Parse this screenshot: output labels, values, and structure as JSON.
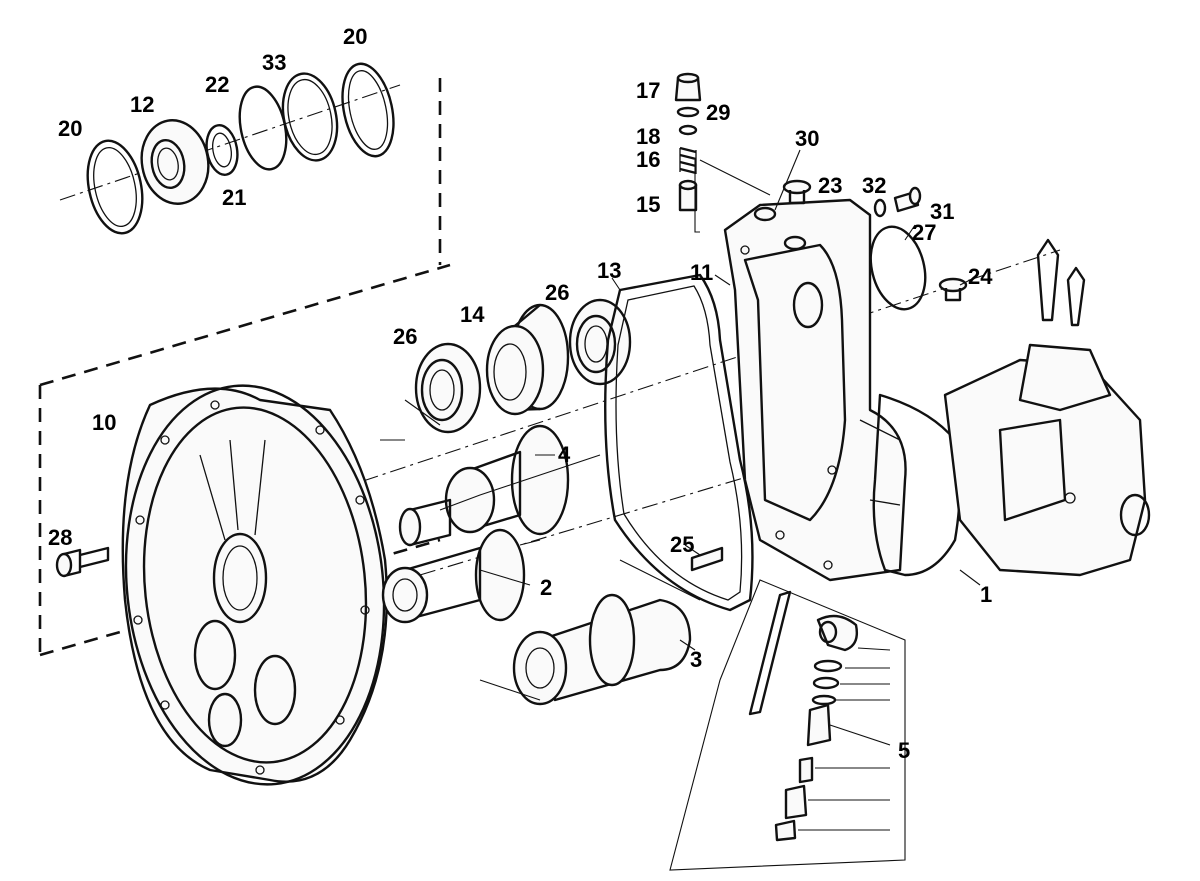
{
  "labels": {
    "l1": "1",
    "l2": "2",
    "l3": "3",
    "l4": "4",
    "l5": "5",
    "l10": "10",
    "l11": "11",
    "l12": "12",
    "l13": "13",
    "l14": "14",
    "l15": "15",
    "l16": "16",
    "l17": "17",
    "l18": "18",
    "l20a": "20",
    "l20b": "20",
    "l21": "21",
    "l22": "22",
    "l23": "23",
    "l24": "24",
    "l25": "25",
    "l26a": "26",
    "l26b": "26",
    "l27": "27",
    "l28": "28",
    "l29": "29",
    "l30": "30",
    "l31": "31",
    "l32": "32",
    "l33": "33"
  }
}
